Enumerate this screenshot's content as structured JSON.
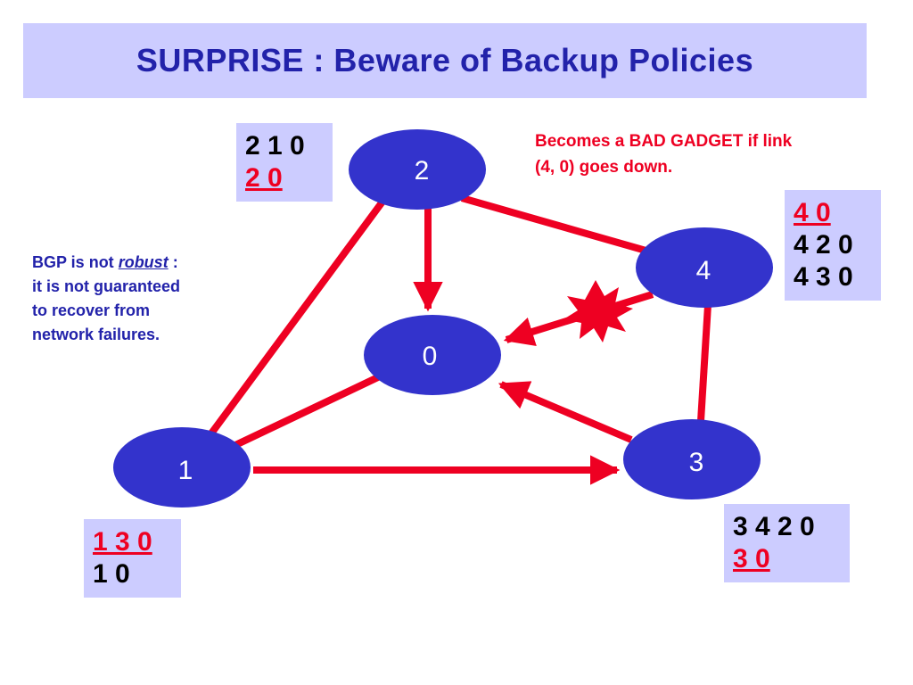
{
  "title": "SURPRISE : Beware of Backup Policies",
  "colors": {
    "title_bg": "#ccccff",
    "title_text": "#2222aa",
    "node_fill": "#3333cc",
    "link": "#ee0022",
    "failure_burst": "#ee0022"
  },
  "nodes": [
    {
      "id": "0",
      "label": "0"
    },
    {
      "id": "1",
      "label": "1"
    },
    {
      "id": "2",
      "label": "2"
    },
    {
      "id": "3",
      "label": "3"
    },
    {
      "id": "4",
      "label": "4"
    }
  ],
  "links": [
    {
      "from": "2",
      "to": "1",
      "type": "link"
    },
    {
      "from": "2",
      "to": "4",
      "type": "link"
    },
    {
      "from": "1",
      "to": "0",
      "type": "link"
    },
    {
      "from": "4",
      "to": "3",
      "type": "link"
    },
    {
      "from": "2",
      "to": "0",
      "type": "arrow"
    },
    {
      "from": "4",
      "to": "0",
      "type": "arrow-failed"
    },
    {
      "from": "3",
      "to": "0",
      "type": "arrow"
    },
    {
      "from": "1",
      "to": "3",
      "type": "arrow"
    }
  ],
  "path_tables": {
    "node2": {
      "lines": [
        {
          "text": "2 1 0",
          "selected": false
        },
        {
          "text": "2 0",
          "selected": true
        }
      ]
    },
    "node4": {
      "lines": [
        {
          "text": "4 0",
          "selected": true
        },
        {
          "text": "4 2 0",
          "selected": false
        },
        {
          "text": "4 3 0",
          "selected": false
        }
      ]
    },
    "node1": {
      "lines": [
        {
          "text": "1 3 0",
          "selected": true
        },
        {
          "text": "1 0",
          "selected": false
        }
      ]
    },
    "node3": {
      "lines": [
        {
          "text": "3 4 2 0",
          "selected": false
        },
        {
          "text": "3 0",
          "selected": true
        }
      ]
    }
  },
  "notes": {
    "bad_gadget": {
      "line1": "Becomes a BAD GADGET if link",
      "line2": "(4, 0) goes down."
    },
    "bgp": {
      "line1_pre": "BGP is not ",
      "line1_em": "robust",
      "line1_post": " :",
      "line2": "it is not guaranteed",
      "line3": "to recover from",
      "line4": "network failures."
    }
  }
}
